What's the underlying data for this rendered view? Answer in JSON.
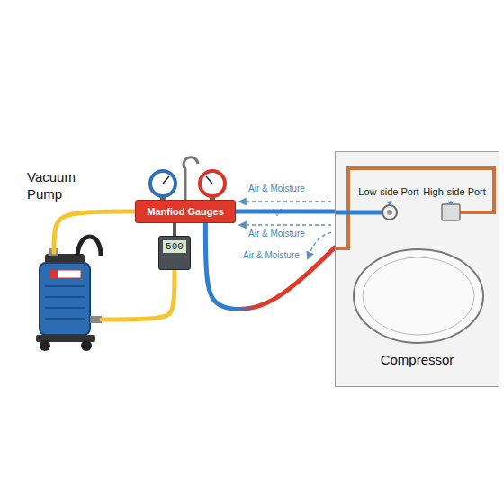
{
  "diagram": {
    "nodes": [
      {
        "text": [
          "Vacuum Pump"
        ]
      },
      {
        "text": [
          "Manfiod Gauges"
        ]
      },
      {
        "text": [
          "500"
        ]
      },
      {
        "text": [
          "Compressor"
        ]
      }
    ],
    "edges": [
      {
        "from": 0,
        "to": 1,
        "arrow": "none"
      },
      {
        "from": 2,
        "to": 0,
        "arrow": "none"
      },
      {
        "from": 1,
        "to": 3,
        "arrow": "none"
      },
      {
        "from": 1,
        "to": 3,
        "arrow": "none"
      },
      {
        "from": 1,
        "to": 2,
        "arrow": "none"
      }
    ],
    "labels": [
      "Air & Moisture",
      "Air & Moisture",
      "Air & Moisture",
      "Low-side Port",
      "High-side Port"
    ]
  }
}
